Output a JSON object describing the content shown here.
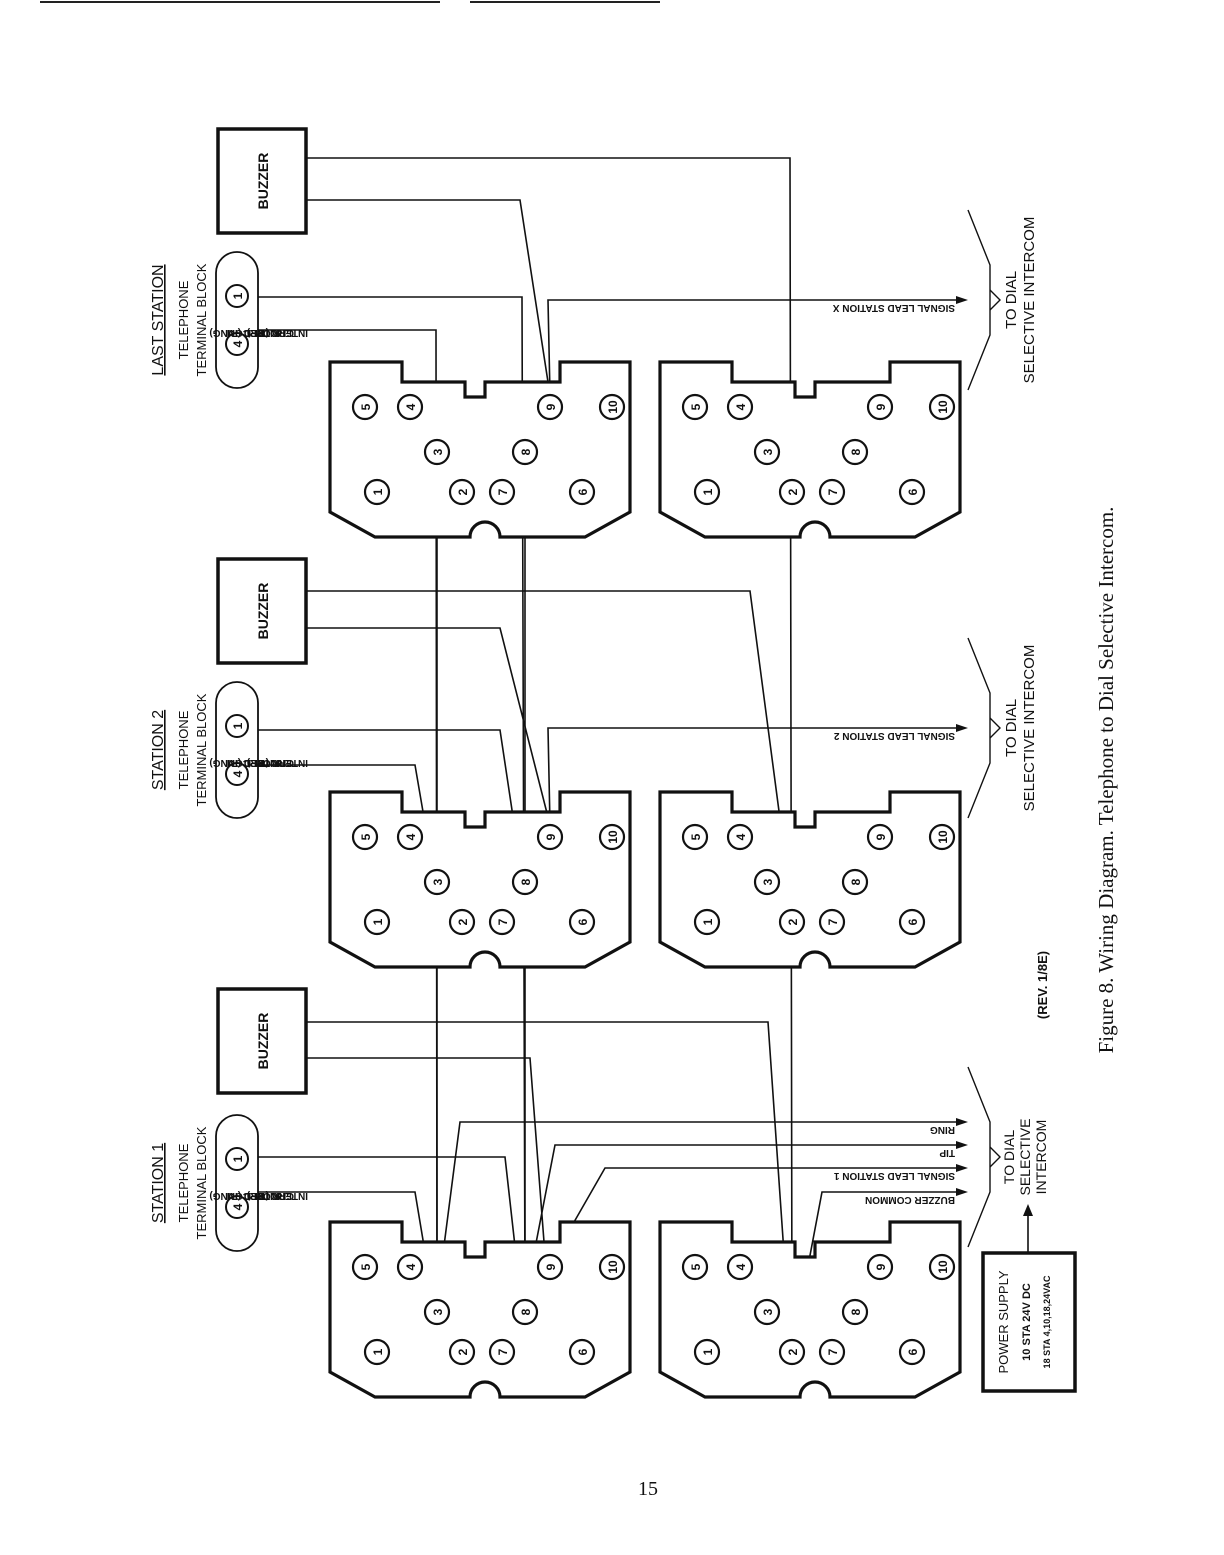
{
  "caption": "Figure 8.  Wiring Diagram.  Telephone to Dial Selective Intercom.",
  "page_number": "15",
  "revision": "(REV. 1/8E)",
  "buzzer_label": "BUZZER",
  "terminal_block_caption": [
    "TELEPHONE",
    "TERMINAL BLOCK"
  ],
  "terminal_numbers": [
    "4",
    "1"
  ],
  "terminal_wire_labels": [
    "RED (RING)",
    "INTERCOM",
    "GRN (TIP)",
    "INTERCOM"
  ],
  "station_titles": [
    "STATION 1",
    "STATION 2",
    "LAST STATION"
  ],
  "signal_leads": [
    "SIGNAL LEAD STATION 1",
    "SIGNAL LEAD STATION 2",
    "SIGNAL LEAD STATION X"
  ],
  "station1_extra_leads": [
    "RING",
    "TIP",
    "BUZZER COMMON"
  ],
  "to_dial": [
    "TO DIAL",
    "SELECTIVE INTERCOM"
  ],
  "to_dial_stacked": [
    "TO DIAL",
    "SELECTIVE",
    "INTERCOM"
  ],
  "power_supply": {
    "title": "POWER SUPPLY",
    "line1": "10 STA    24V DC",
    "line2": "18 STA 4,10,18,24VAC"
  },
  "jack_pins": [
    "1",
    "2",
    "3",
    "4",
    "5",
    "6",
    "7",
    "8",
    "9",
    "10"
  ],
  "colors": {
    "ink": "#111111",
    "paper": "#ffffff"
  }
}
